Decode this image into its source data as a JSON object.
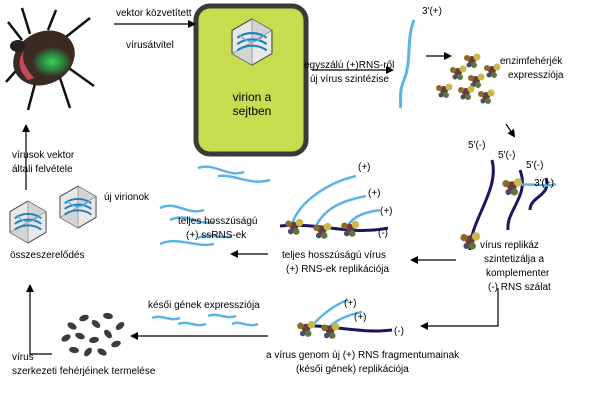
{
  "labels": {
    "vector_mediated": "vektor közvetített",
    "virus_transfer": "vírusátvitel",
    "virion_in_cell_1": "virion a",
    "virion_in_cell_2": "sejtben",
    "single_strand_1": "egyszálú (+)RNS-ről",
    "single_strand_2": "új vírus szintézise",
    "enzyme_protein_1": "enzimfehérjék",
    "enzyme_protein_2": "expressziója",
    "vector_uptake_1": "vírusok vektor",
    "vector_uptake_2": "általi felvétele",
    "new_virions": "új virionok",
    "assembly": "összeszerelődés",
    "full_length_1": "teljes hosszúságú",
    "full_length_2": "(+) ssRNS-ek",
    "full_replication_1": "teljes hosszúságú vírus",
    "full_replication_2": "(+) RNS-ek replikációja",
    "replicase_1": "vírus replikáz",
    "replicase_2": "szintetizálja a",
    "replicase_3": "komplementer",
    "replicase_4": "(-) RNS szálat",
    "late_genes": "késői gének expressziója",
    "genome_fragment_1": "a vírus genom új (+) RNS fragmentumainak",
    "genome_fragment_2": "(késői gének) replikációja",
    "structural_1": "vírus",
    "structural_2": "szerkezeti fehérjéinek termelése"
  },
  "strand_marks": {
    "three_plus_top": "3'(+)",
    "five_minus_a": "5'(-)",
    "five_minus_b": "5'(-)",
    "five_minus_c": "5'(-)",
    "three_plus_right": "3'(+)",
    "plus_1": "(+)",
    "plus_2": "(+)",
    "plus_3": "(+)",
    "minus_1": "(-)",
    "plus_4": "(+)",
    "plus_5": "(+)",
    "minus_2": "(-)"
  },
  "colors": {
    "plus_rna": "#5bb4e3",
    "minus_rna": "#1e1464",
    "cell_fill": "#c8dc50",
    "cell_border": "#3a3a3a",
    "arrow": "#000000",
    "insect_body": "#3a2a22",
    "insect_glow": "#2e9e4a",
    "capsid_ring": "#1e7fb8",
    "protein_dark": "#3b3b3b"
  },
  "icons": {
    "insect": "insect-vector-icon",
    "capsid": "icosahedral-capsid-icon",
    "enzyme": "enzyme-cluster-icon",
    "replicase": "replicase-complex-icon",
    "protein": "structural-protein-icon"
  }
}
